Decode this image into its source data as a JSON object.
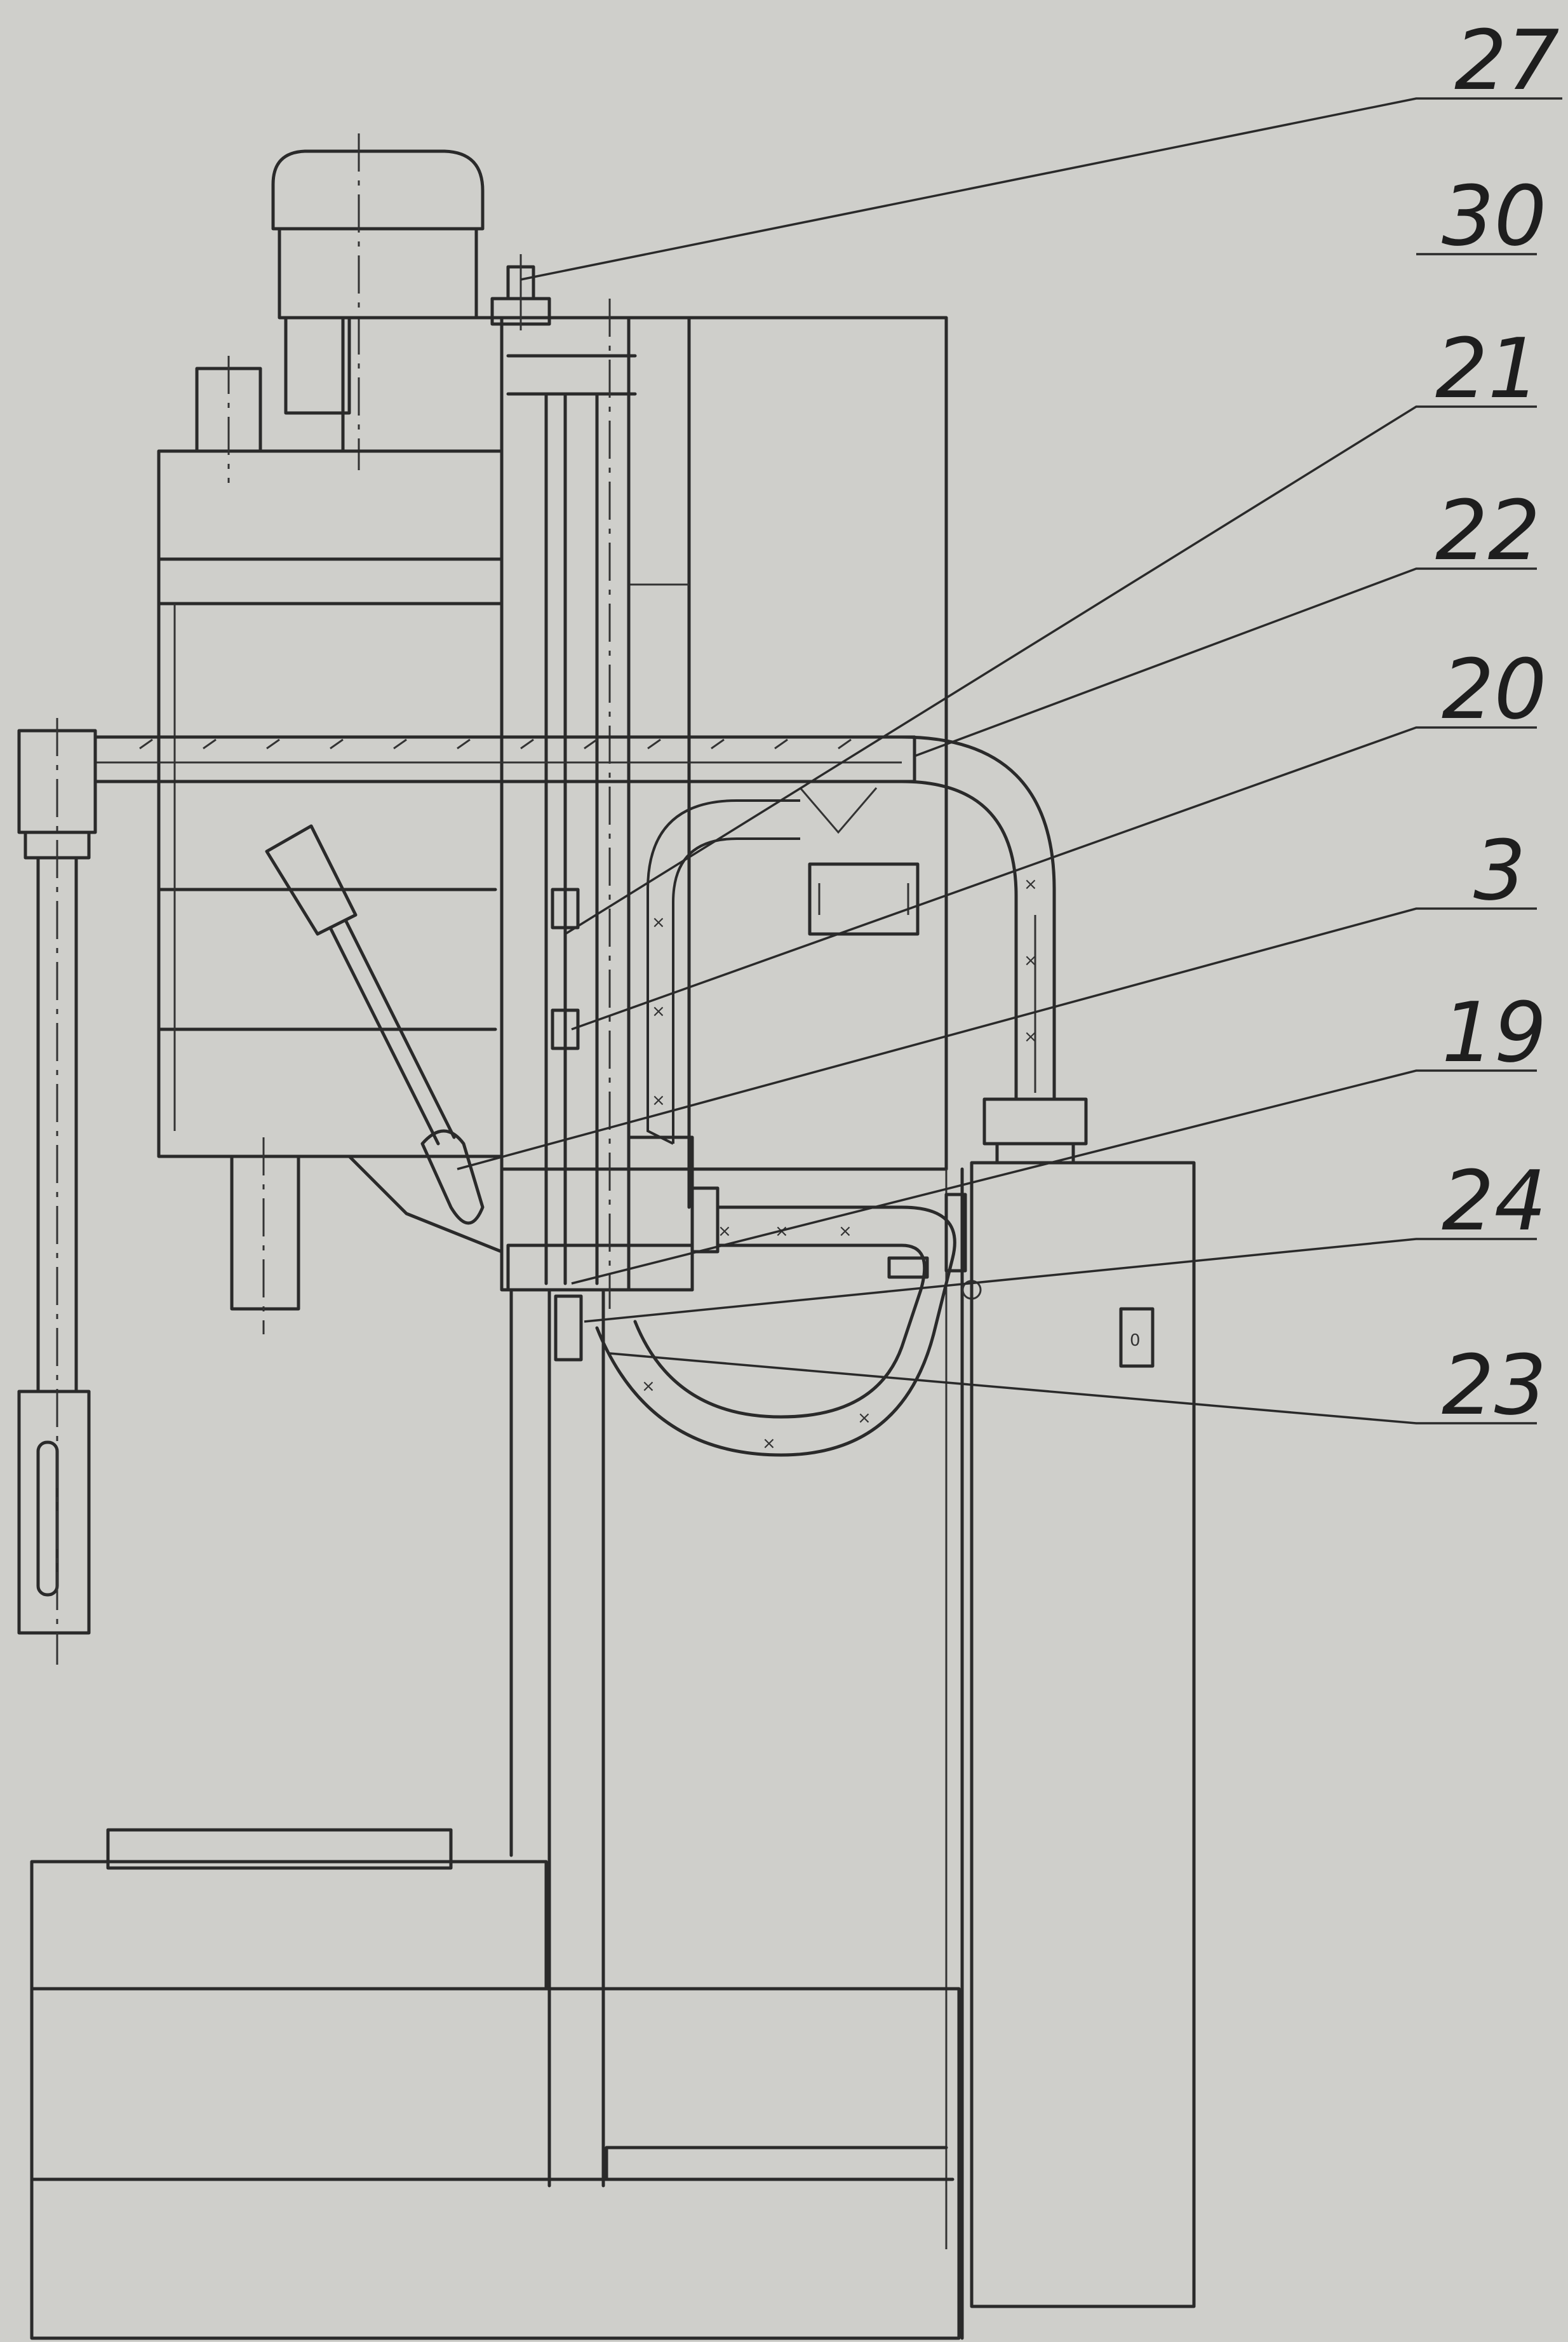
{
  "callouts": [
    {
      "id": "27",
      "label": "27"
    },
    {
      "id": "30",
      "label": "30"
    },
    {
      "id": "21",
      "label": "21"
    },
    {
      "id": "22",
      "label": "22"
    },
    {
      "id": "20",
      "label": "20"
    },
    {
      "id": "3",
      "label": "3"
    },
    {
      "id": "19",
      "label": "19"
    },
    {
      "id": "24",
      "label": "24"
    },
    {
      "id": "23",
      "label": "23"
    }
  ],
  "switch_label": "0",
  "colors": {
    "paper": "#cfcfcb",
    "ink": "#2a2a2a"
  }
}
